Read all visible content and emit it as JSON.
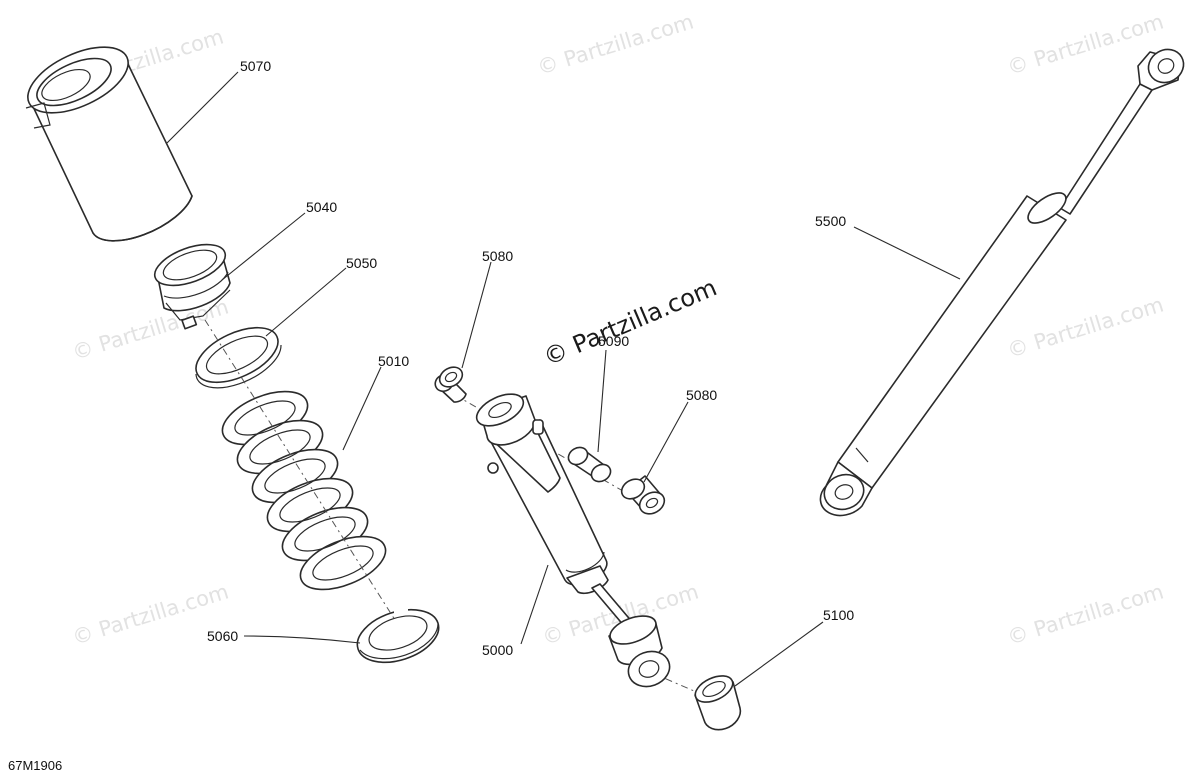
{
  "diagram": {
    "callouts": {
      "c5070": "5070",
      "c5040": "5040",
      "c5050": "5050",
      "c5010": "5010",
      "c5060": "5060",
      "c5080a": "5080",
      "c5090": "5090",
      "c5080b": "5080",
      "c5000": "5000",
      "c5100": "5100",
      "c5500": "5500"
    },
    "watermark": "© Partzilla.com",
    "watermark_center": "© Partzilla.com",
    "drawing_code": "67M1906"
  },
  "colors": {
    "line": "#2b2b2b",
    "watermark": "#e2e2e2",
    "background": "#ffffff"
  }
}
